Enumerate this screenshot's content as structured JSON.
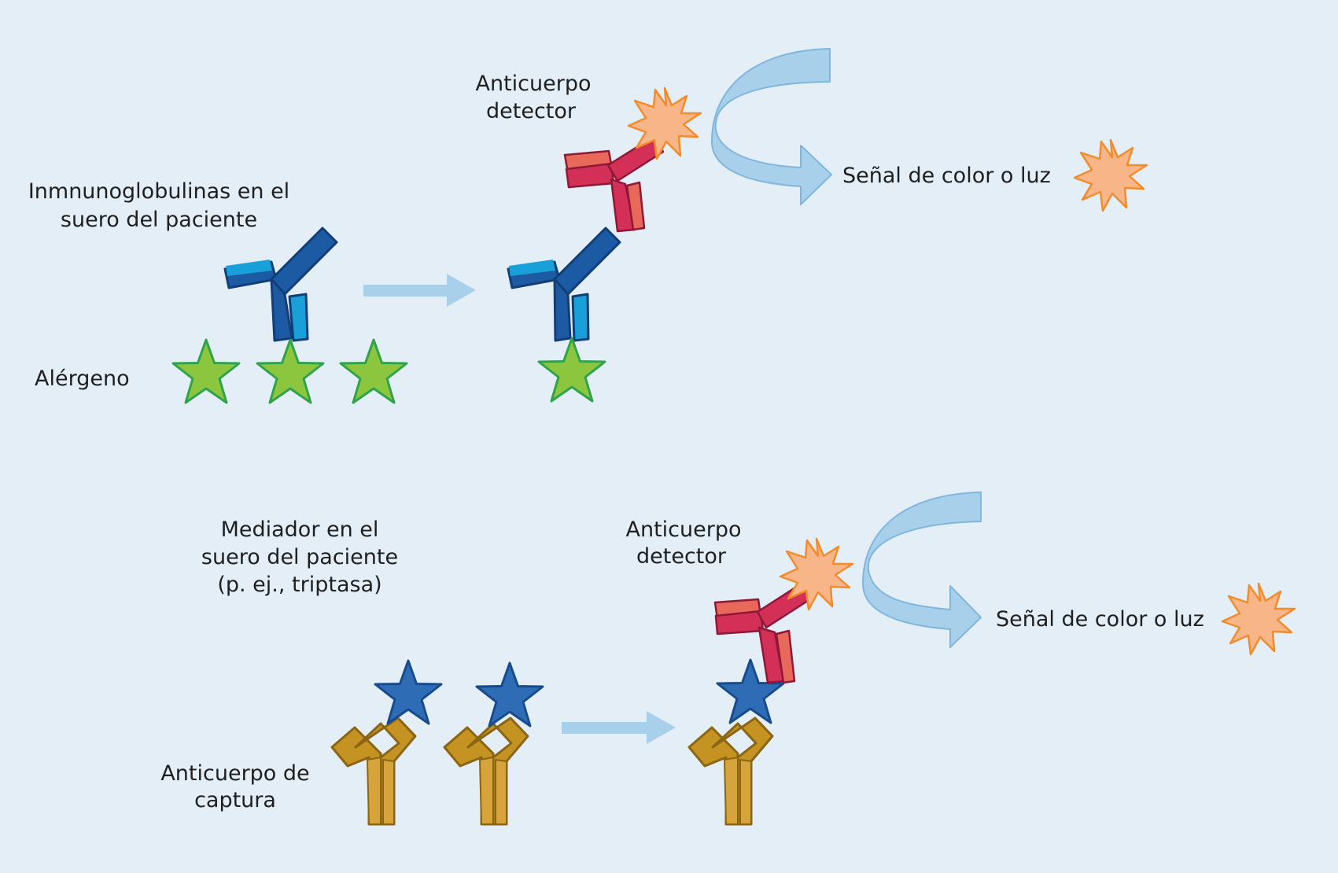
{
  "labels": {
    "top_detector_1": "Anticuerpo",
    "top_detector_2": "detector",
    "ig_1": "Inmnunoglobulinas en el",
    "ig_2": "suero del paciente",
    "allergen": "Alérgeno",
    "top_signal": "Señal de color o luz",
    "mediator_1": "Mediador en el",
    "mediator_2": "suero del paciente",
    "mediator_3": "(p. ej., triptasa)",
    "bottom_detector_1": "Anticuerpo",
    "bottom_detector_2": "detector",
    "bottom_signal": "Señal de color o luz",
    "capture_1": "Anticuerpo  de",
    "capture_2": "captura"
  },
  "colors": {
    "background": "#e4eef7",
    "ige_dark": "#1c5aa3",
    "ige_light": "#1aa0d8",
    "ige_outline": "#123e78",
    "detector_dark": "#d42f57",
    "detector_light": "#e8685a",
    "detector_outline": "#8e1838",
    "capture_fill": "#c49322",
    "capture_light": "#d6a43a",
    "capture_outline": "#8a6614",
    "allergen_fill": "#8cc63f",
    "allergen_outline": "#2fa34a",
    "mediator_fill": "#2e6db5",
    "mediator_outline": "#184b8e",
    "burst_fill": "#f7b588",
    "burst_outline": "#f08c2c",
    "arrow": "#a9d0ea"
  }
}
